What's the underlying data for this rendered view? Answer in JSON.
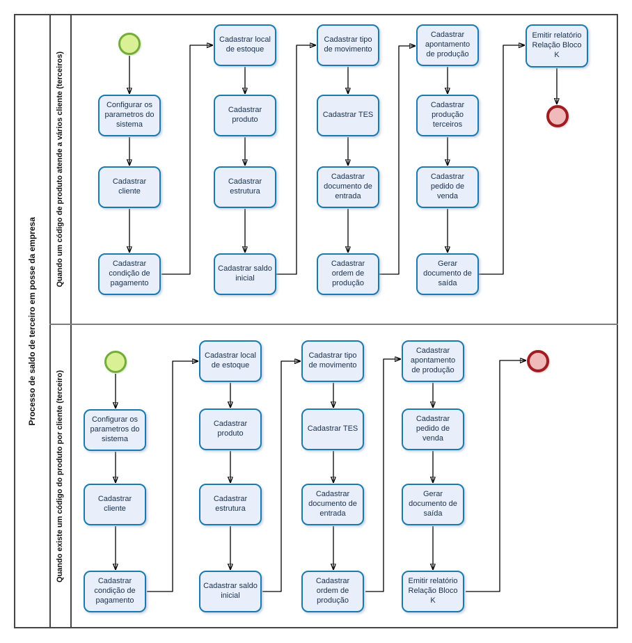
{
  "pool": {
    "title": "Processo de saldo de terceiro em posse da empresa"
  },
  "lanes": [
    {
      "label": "Quando um código de produto atende a vários cliente (terceiros)",
      "start_event": "start-event",
      "end_event": "end-event",
      "tasks": [
        "Configurar os parametros do sistema",
        "Cadastrar cliente",
        "Cadastrar condição de pagamento",
        "Cadastrar local de estoque",
        "Cadastrar produto",
        "Cadastrar estrutura",
        "Cadastrar saldo inicial",
        "Cadastrar tipo de movimento",
        "Cadastrar TES",
        "Cadastrar documento de entrada",
        "Cadastrar ordem de produção",
        "Cadastrar apontamento de produção",
        "Cadastrar produção terceiros",
        "Cadastrar pedido de venda",
        "Gerar documento de saída",
        "Emitir relatório Relação Bloco K"
      ]
    },
    {
      "label": "Quando existe um código do produto por cliente (terceiro)",
      "start_event": "start-event",
      "end_event": "end-event",
      "tasks": [
        "Configurar os parametros do sistema",
        "Cadastrar cliente",
        "Cadastrar condição de pagamento",
        "Cadastrar local de estoque",
        "Cadastrar produto",
        "Cadastrar estrutura",
        "Cadastrar saldo inicial",
        "Cadastrar tipo de movimento",
        "Cadastrar TES",
        "Cadastrar documento de entrada",
        "Cadastrar ordem de produção",
        "Cadastrar apontamento de produção",
        "Cadastrar pedido de venda",
        "Gerar documento de saída",
        "Emitir relatório Relação Bloco K"
      ]
    }
  ],
  "colors": {
    "task_fill": "#e9eefb",
    "task_border": "#1c79ad",
    "task_text": "#17304d",
    "start_event_fill": "#d9f094",
    "start_event_border": "#74ac3c",
    "end_event_fill": "#f0babb",
    "end_event_border": "#9f1c20",
    "pool_border": "#454545",
    "lane_divider": "#7c7c7c",
    "connector": "#000000"
  }
}
